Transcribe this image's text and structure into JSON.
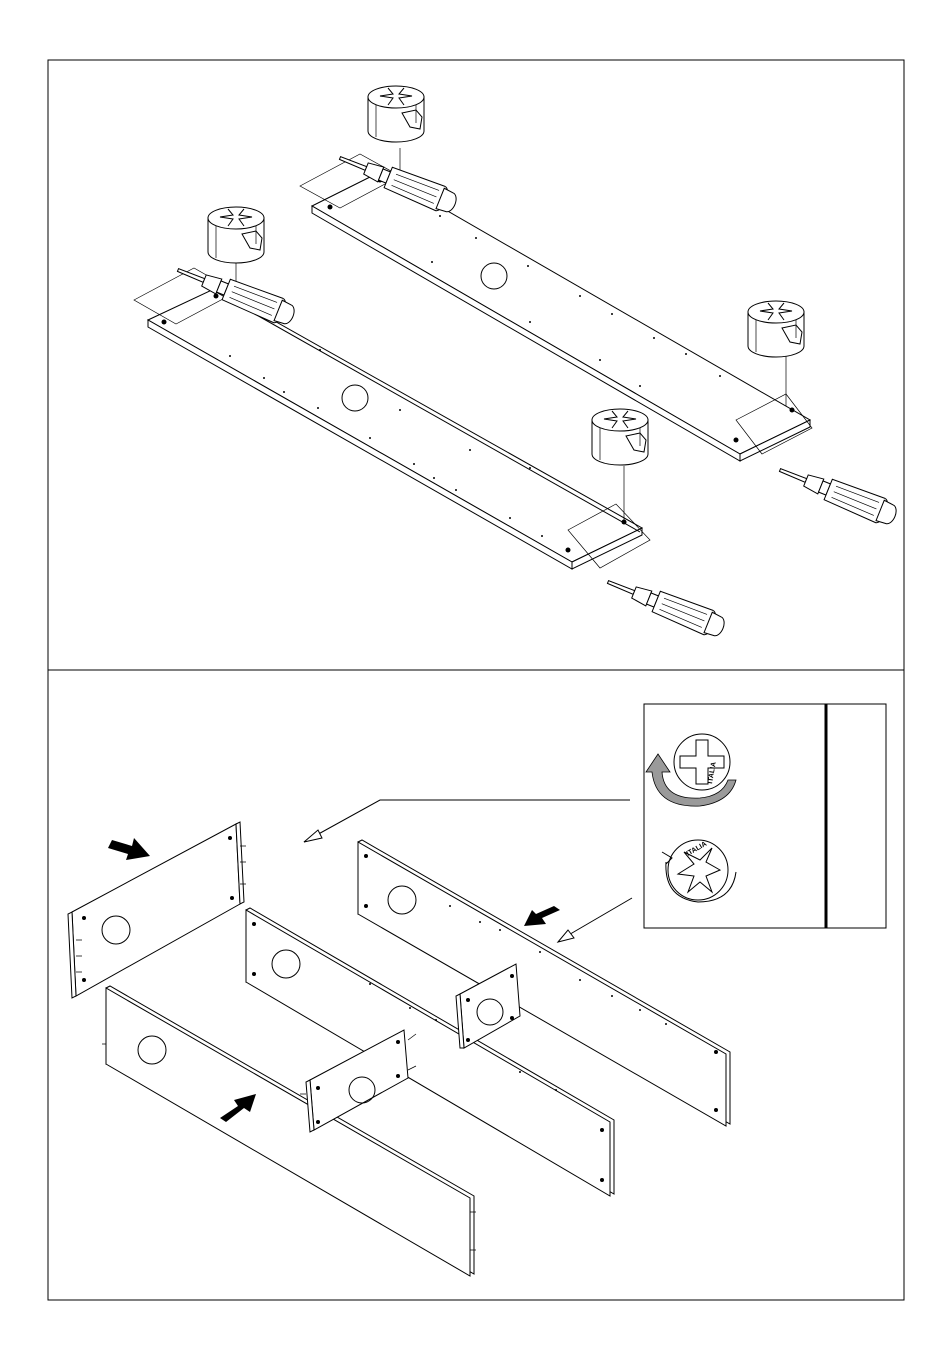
{
  "panels": {
    "top": {
      "step": "cam-lock-installation"
    },
    "bottom": {
      "step": "cam-lock-tightening"
    }
  },
  "detail": {
    "cam_stamp_text": "ITALIA",
    "cam_stamp_text_lower": "ITALIA"
  },
  "colors": {
    "ink": "#000000",
    "rotate_arrow": "#9a9a9a",
    "paper": "#ffffff"
  },
  "icons": [
    "screwdriver-icon",
    "cam-lock-icon",
    "push-arrow-icon",
    "rotate-arrow-icon"
  ]
}
